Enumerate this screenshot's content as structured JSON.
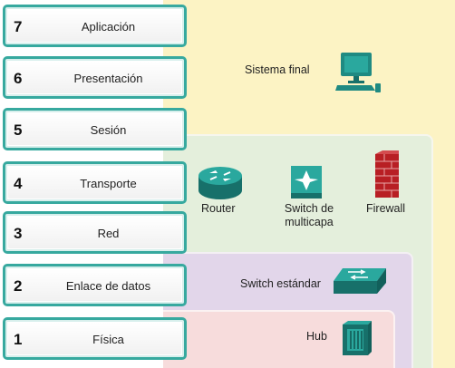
{
  "layers": [
    {
      "number": "7",
      "name": "Aplicación"
    },
    {
      "number": "6",
      "name": "Presentación"
    },
    {
      "number": "5",
      "name": "Sesión"
    },
    {
      "number": "4",
      "name": "Transporte"
    },
    {
      "number": "3",
      "name": "Red"
    },
    {
      "number": "2",
      "name": "Enlace de datos"
    },
    {
      "number": "1",
      "name": "Física"
    }
  ],
  "devices": {
    "end_system": {
      "label": "Sistema final",
      "icon": "computer-icon"
    },
    "router": {
      "label": "Router",
      "icon": "router-icon"
    },
    "multilayer_switch": {
      "label": "Switch de multicapa",
      "icon": "multilayer-switch-icon"
    },
    "firewall": {
      "label": "Firewall",
      "icon": "firewall-icon"
    },
    "switch": {
      "label": "Switch estándar",
      "icon": "switch-icon"
    },
    "hub": {
      "label": "Hub",
      "icon": "hub-icon"
    }
  },
  "colors": {
    "layer_border": "#37a99f",
    "end_system_zone": "#fcf3c4",
    "network_zone": "#e4efdc",
    "switch_zone": "#e2d6ea",
    "hub_zone": "#f7dcdc",
    "device_teal": "#1f8a82"
  }
}
